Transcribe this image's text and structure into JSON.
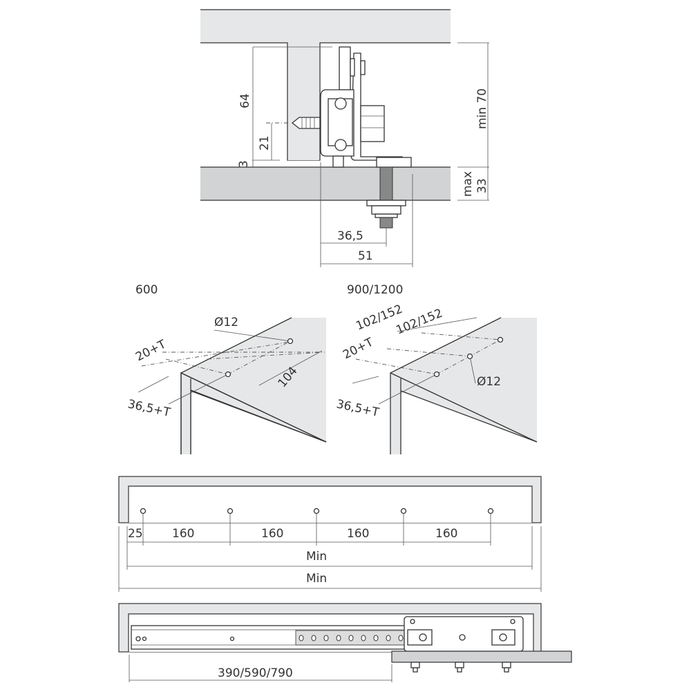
{
  "side_view": {
    "dim_64": "64",
    "dim_21": "21",
    "dim_3": "3",
    "dim_min70": "min 70",
    "dim_max": "max",
    "dim_33": "33",
    "dim_36_5": "36,5",
    "dim_51": "51"
  },
  "iso_600": {
    "title": "600",
    "hole_dia": "Ø12",
    "offset_top": "20+T",
    "spacing": "104",
    "offset_front": "36,5+T"
  },
  "iso_900_1200": {
    "title": "900/1200",
    "spacing_a": "102/152",
    "spacing_b": "102/152",
    "offset_top": "20+T",
    "hole_dia": "Ø12",
    "offset_front": "36,5+T"
  },
  "hole_layout": {
    "first": "25",
    "spacings": [
      "160",
      "160",
      "160",
      "160"
    ],
    "min_inner": "Min",
    "min_outer": "Min"
  },
  "rail_view": {
    "length": "390/590/790"
  },
  "colors": {
    "panel_light": "#e6e7e8",
    "panel_dark": "#d1d3d4",
    "line": "#333333"
  }
}
